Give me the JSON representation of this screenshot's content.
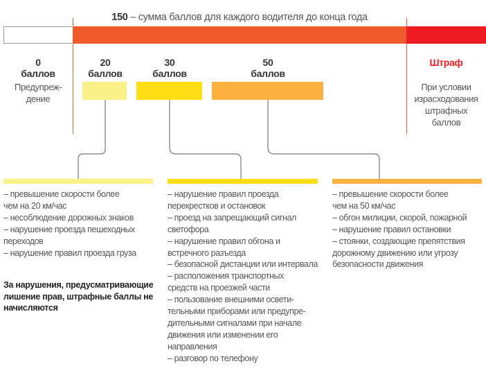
{
  "header": {
    "total": "150",
    "total_text": " – сумма баллов для каждого водителя до конца года"
  },
  "scale": [
    {
      "value": "0",
      "unit": "баллов",
      "desc": [
        "Предупреж-",
        "дение"
      ]
    },
    {
      "value": "20",
      "unit": "баллов"
    },
    {
      "value": "30",
      "unit": "баллов"
    },
    {
      "value": "50",
      "unit": "баллов"
    },
    {
      "value": "Штраф",
      "desc": [
        "При условии",
        "израсходования",
        "штрафных",
        "баллов"
      ]
    }
  ],
  "colors": {
    "bar": "#F15A2B",
    "penalty": "#ED1C24",
    "c20": "#FAF085",
    "c30": "#FFDD15",
    "c50": "#FBB040"
  },
  "columns": [
    {
      "lines": [
        "– превышение скорости более",
        "чем на 20 км/час",
        "– несоблюдение дорожных знаков",
        "– нарушение проезда пешеходных",
        "переходов",
        "– нарушение правил проезда груза"
      ],
      "note": "За нарушения, предусматривающие лишение прав, штрафные баллы не начисляются"
    },
    {
      "lines": [
        "– нарушение правил проезда",
        "перекрестков и остановок",
        "– проезд на запрещающий сигнал",
        "светофора",
        "– нарушение правил обгона и",
        "встречного разъезда",
        "– безопасной дистанции или интервала",
        "– расположения транспортных",
        "средств на проезжей части",
        "– пользование внешними освети-",
        "тельными приборами или предупре-",
        "дительными сигналами при начале",
        "движения или изменении его",
        "направления",
        "– разговор по телефону"
      ]
    },
    {
      "lines": [
        "– превышение скорости более",
        "чем на 50 км/час",
        "– обгон милиции, скорой, пожарной",
        "– нарушение правил остановки",
        "– стоянки, создающие препятствия",
        "дорожному движению или угрозу",
        "безопасности движения"
      ]
    }
  ]
}
